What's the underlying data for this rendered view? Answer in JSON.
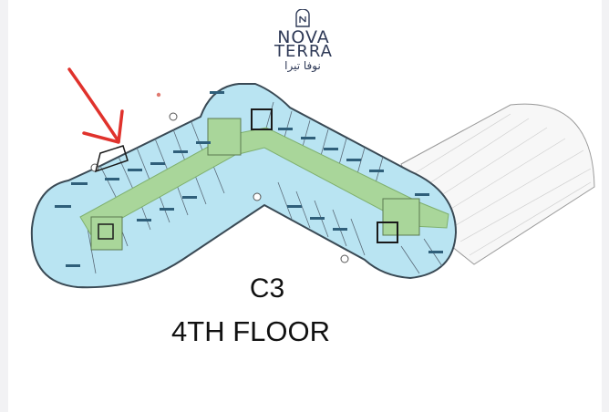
{
  "brand": {
    "line1": "NOVA",
    "line2": "TERRA",
    "arabic": "نوفا تيرا",
    "logo_icon": "arch-monogram-icon",
    "color": "#2f3a57"
  },
  "plan": {
    "building": "C3",
    "floor": "4TH FLOOR",
    "colors": {
      "unit_fill": "#b9e4f2",
      "corridor_fill": "#a9d69a",
      "outline": "#3a4a55",
      "annotation": "#e0322c",
      "terrace": "#cfcfcf"
    },
    "annotation": "red-arrow-icon"
  }
}
